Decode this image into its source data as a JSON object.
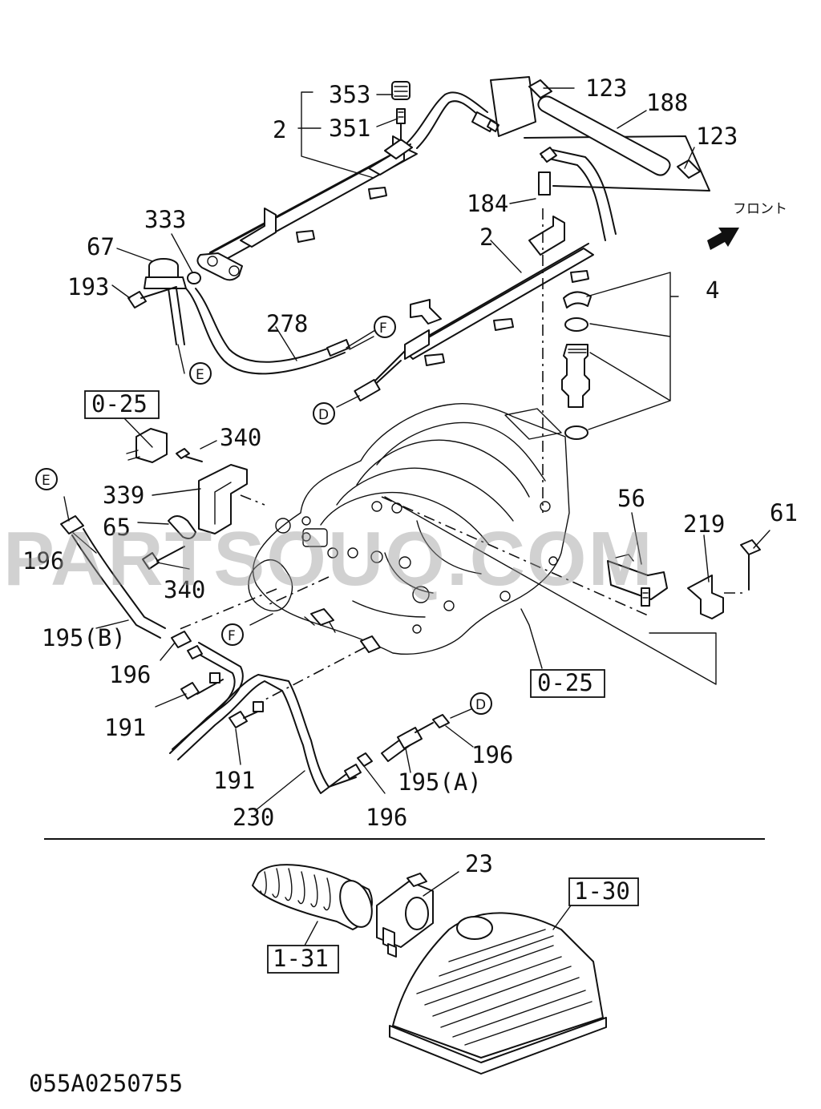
{
  "labels": {
    "l353": "353",
    "l351": "351",
    "l2a": "2",
    "l123a": "123",
    "l188": "188",
    "l123b": "123",
    "l184": "184",
    "l2b": "2",
    "l333": "333",
    "l67": "67",
    "l193": "193",
    "l278": "278",
    "l4": "4",
    "l340a": "340",
    "l339": "339",
    "l65": "65",
    "l196a": "196",
    "l340b": "340",
    "l56": "56",
    "l219": "219",
    "l61": "61",
    "l195b": "195(B)",
    "l196b": "196",
    "l191a": "191",
    "l191b": "191",
    "l230": "230",
    "l196c": "196",
    "l195a": "195(A)",
    "l196d": "196",
    "l23": "23"
  },
  "refs": {
    "ref025a": "0-25",
    "ref025b": "0-25",
    "ref130": "1-30",
    "ref131": "1-31"
  },
  "connectors": {
    "F": "F",
    "D": "D",
    "E": "E"
  },
  "front_label": "フロント",
  "watermark": "PARTSOUQ.COM",
  "diagram_code": "055A0250755"
}
